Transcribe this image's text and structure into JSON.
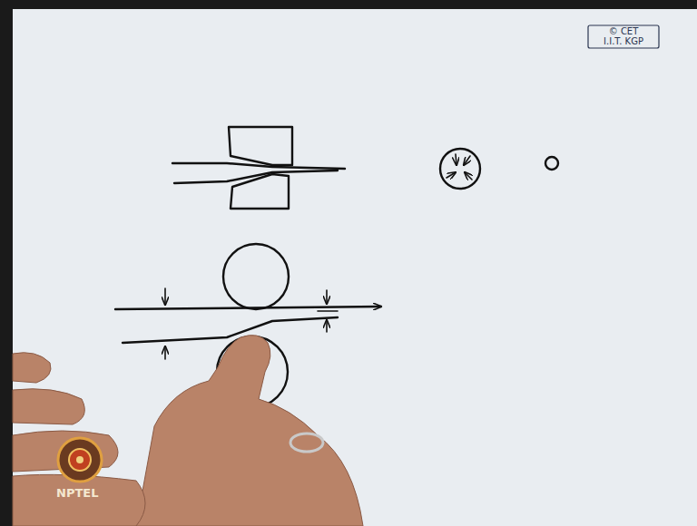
{
  "diagram": {
    "labels": [
      "© CET",
      "I.I.T. KGP",
      "NPTEL"
    ]
  }
}
